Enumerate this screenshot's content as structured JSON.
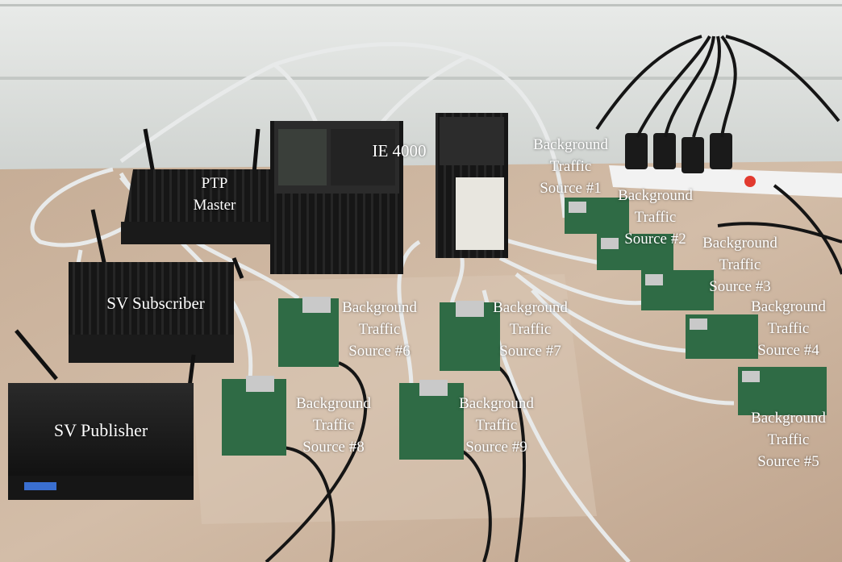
{
  "labels": {
    "ptp_master": [
      "PTP",
      "Master"
    ],
    "ie4000": "IE 4000",
    "sv_subscriber": "SV Subscriber",
    "sv_publisher": "SV Publisher",
    "bg1": [
      "Background",
      "Traffic",
      "Source #1"
    ],
    "bg2": [
      "Background",
      "Traffic",
      "Source #2"
    ],
    "bg3": [
      "Background",
      "Traffic",
      "Source #3"
    ],
    "bg4": [
      "Background",
      "Traffic",
      "Source #4"
    ],
    "bg5": [
      "Background",
      "Traffic",
      "Source #5"
    ],
    "bg6": [
      "Background",
      "Traffic",
      "Source #6"
    ],
    "bg7": [
      "Background",
      "Traffic",
      "Source #7"
    ],
    "bg8": [
      "Background",
      "Traffic",
      "Source #8"
    ],
    "bg9": [
      "Background",
      "Traffic",
      "Source #9"
    ]
  },
  "colors": {
    "wall": "#d8dcd8",
    "table_wood": "#c9b29c",
    "device_black": "#141414",
    "pcb_green": "#2f6b45",
    "cable_white": "#e8eaea",
    "cable_black": "#1a1a1a",
    "power_strip": "#f2f2f2",
    "switch_red": "#e23a2f"
  }
}
